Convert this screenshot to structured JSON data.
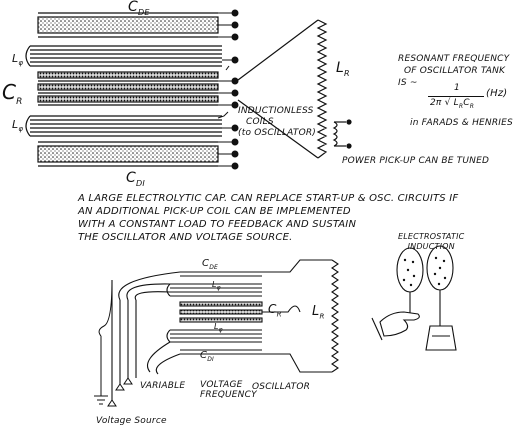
{
  "upper_diagram": {
    "c_de": "C",
    "c_de_sub": "DE",
    "l_phi_top": "L",
    "l_phi_top_sub": "φ",
    "c_r": "C",
    "c_r_sub": "R",
    "l_phi_bottom": "L",
    "l_phi_bottom_sub": "φ",
    "l_r": "L",
    "l_r_sub": "R",
    "c_di": "C",
    "c_di_sub": "DI",
    "inductionless_1": "INDUCTIONLESS",
    "inductionless_2": "COILS",
    "inductionless_3": "(to OSCILLATOR)"
  },
  "resonance_note": {
    "line1": "RESONANT FREQUENCY",
    "line2": "OF  OSCILLATOR TANK",
    "line3": "IS ~",
    "numerator": "1",
    "denominator": "2π √ L",
    "den_sub1": "R",
    "den_c": "C",
    "den_sub2": "R",
    "unit": "(Hz)",
    "units_line": "in FARADS & HENRIES"
  },
  "pickup_caption": "POWER PICK-UP CAN BE TUNED",
  "paragraph": {
    "line1": "A LARGE ELECTROLYTIC CAP. CAN REPLACE START-UP & OSC. CIRCUITS IF",
    "line2": "AN ADDITIONAL PICK-UP COIL CAN BE IMPLEMENTED",
    "line3": "WITH A CONSTANT LOAD TO FEEDBACK AND SUSTAIN",
    "line4": "THE OSCILLATOR AND VOLTAGE SOURCE."
  },
  "electrostatic": {
    "line1": "ELECTROSTATIC",
    "line2": "INDUCTION"
  },
  "lower_diagram": {
    "c_de": "C",
    "c_de_sub": "DE",
    "l_phi_top": "L",
    "l_phi_top_sub": "φ",
    "c_r": "C",
    "c_r_sub": "R",
    "l_phi_bottom": "L",
    "l_phi_bottom_sub": "φ",
    "l_r": "L",
    "l_r_sub": "R",
    "c_di": "C",
    "c_di_sub": "DI",
    "variable": "VARIABLE",
    "voltage_1": "VOLTAGE",
    "frequency_1": "FREQUENCY",
    "oscillator": "OSCILLATOR",
    "voltage_source": "Voltage Source"
  }
}
